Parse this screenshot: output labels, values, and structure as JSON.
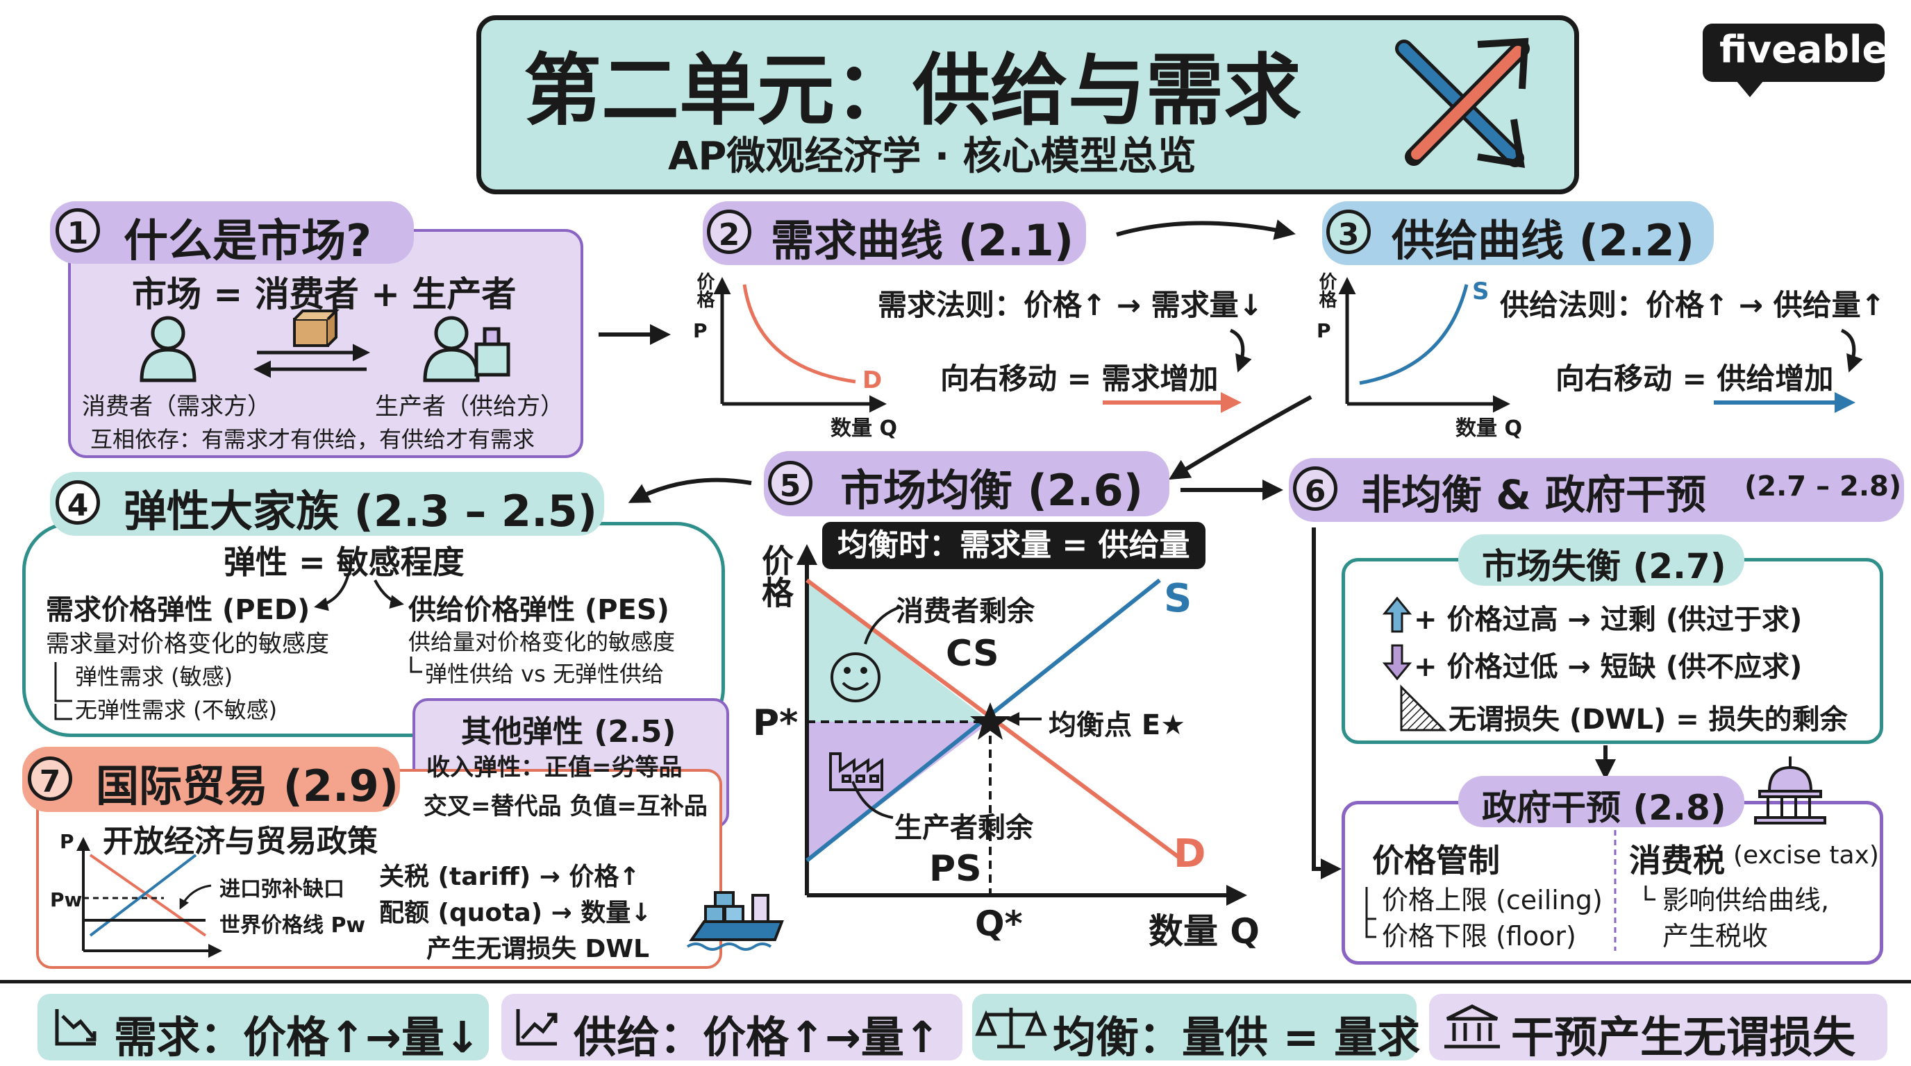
{
  "header": {
    "title": "第二单元：供给与需求",
    "subtitle": "AP微观经济学 · 核心模型总览",
    "brand": "fiveable"
  },
  "colors": {
    "teal_bg": "#bfe6e2",
    "lavender_bg": "#e4d8f2",
    "purple_pill": "#cdb9ea",
    "blue_pill": "#a9d2ea",
    "salmon_pill": "#f4a48c",
    "teal_stroke": "#2f8f8a",
    "purple_stroke": "#8a64c2",
    "salmon_stroke": "#e1735a",
    "demand_line": "#e8735c",
    "supply_line": "#2d79ad"
  },
  "s1": {
    "num": "1",
    "title": "什么是市场?",
    "eq": "市场 = 消费者 + 生产者",
    "consumer": "消费者（需求方）",
    "producer": "生产者（供给方）",
    "note": "互相依存：有需求才有供给，有供给才有需求"
  },
  "s2": {
    "num": "2",
    "title": "需求曲线 (2.1)",
    "yaxis": "价格",
    "ysym": "P",
    "xaxis": "数量 Q",
    "curve": "D",
    "law": "需求法则：价格↑ → 需求量↓",
    "shift": "向右移动 = 需求增加"
  },
  "s3": {
    "num": "3",
    "title": "供给曲线 (2.2)",
    "yaxis": "价格",
    "ysym": "P",
    "xaxis": "数量 Q",
    "curve": "S",
    "law": "供给法则：价格↑ → 供给量↑",
    "shift": "向右移动 = 供给增加"
  },
  "s4": {
    "num": "4",
    "title": "弹性大家族 (2.3 – 2.5)",
    "def": "弹性 = 敏感程度",
    "ped": "需求价格弹性 (PED)",
    "ped_desc": "需求量对价格变化的敏感度",
    "ped_a": "弹性需求 (敏感)",
    "ped_b": "无弹性需求 (不敏感)",
    "pes": "供给价格弹性 (PES)",
    "pes_desc": "供给量对价格变化的敏感度",
    "pes_a": "弹性供给 vs 无弹性供给"
  },
  "other": {
    "title": "其他弹性 (2.5)",
    "line1": "收入弹性：正值=劣等品",
    "line2": "交叉=替代品 负值=互补品"
  },
  "s5": {
    "num": "5",
    "title": "市场均衡 (2.6)",
    "banner": "均衡时：需求量 = 供给量",
    "yaxis": "价格",
    "xaxis": "数量 Q",
    "pstar": "P*",
    "qstar": "Q*",
    "cs_label": "消费者剩余",
    "cs": "CS",
    "ps_label": "生产者剩余",
    "ps": "PS",
    "eq_point": "均衡点 E★",
    "s": "S",
    "d": "D"
  },
  "s6": {
    "num": "6",
    "title": "非均衡 & 政府干预",
    "range": "(2.7 – 2.8)",
    "dis_title": "市场失衡 (2.7)",
    "dis_1": "+ 价格过高 → 过剩 (供过于求)",
    "dis_2": "+ 价格过低 → 短缺 (供不应求)",
    "dis_3": "无谓损失 (DWL) = 损失的剩余",
    "gov_title": "政府干预 (2.8)",
    "pc_title": "价格管制",
    "pc_1": "价格上限 (ceiling)",
    "pc_2": "价格下限 (floor)",
    "tax_title": "消费税",
    "tax_en": "(excise tax)",
    "tax_1": "影响供给曲线,",
    "tax_2": "产生税收"
  },
  "s7": {
    "num": "7",
    "title": "国际贸易 (2.9)",
    "sub": "开放经济与贸易政策",
    "p": "P",
    "pw": "Pw",
    "import": "进口弥补缺口",
    "world": "世界价格线 Pw",
    "tariff": "关税 (tariff) → 价格↑",
    "quota": "配额 (quota) → 数量↓",
    "dwl": "产生无谓损失 DWL"
  },
  "footer": {
    "demand": "需求：价格↑→量↓",
    "supply": "供给：价格↑→量↑",
    "equilibrium": "均衡：量供 = 量求",
    "intervention": "干预产生无谓损失"
  }
}
